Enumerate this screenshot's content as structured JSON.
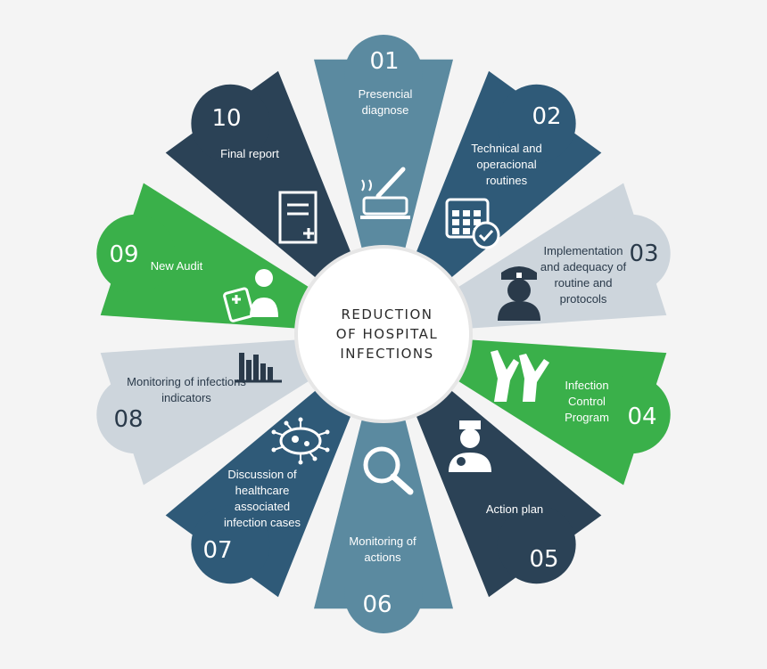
{
  "center": {
    "lines": [
      "REDUCTION",
      "OF HOSPITAL",
      "INFECTIONS"
    ]
  },
  "steps": [
    {
      "number": "01",
      "label": [
        "Presencial",
        "diagnose"
      ],
      "color": "#5b8aa0",
      "text_color": "#ffffff",
      "icon": "laptop-hand-icon"
    },
    {
      "number": "02",
      "label": [
        "Technical and",
        "operacional",
        "routines"
      ],
      "color": "#2f5a78",
      "text_color": "#ffffff",
      "icon": "calendar-check-icon"
    },
    {
      "number": "03",
      "label": [
        "Implementation",
        "and adequacy of",
        "routine and",
        "protocols"
      ],
      "color": "#cdd5dc",
      "text_color": "#2a3a4a",
      "icon": "nurse-icon"
    },
    {
      "number": "04",
      "label": [
        "Infection",
        "Control",
        "Program"
      ],
      "color": "#3ab04a",
      "text_color": "#ffffff",
      "icon": "gloves-icon"
    },
    {
      "number": "05",
      "label": [
        "Action plan"
      ],
      "color": "#2b4256",
      "text_color": "#ffffff",
      "icon": "doctor-icon"
    },
    {
      "number": "06",
      "label": [
        "Monitoring of",
        "actions"
      ],
      "color": "#5b8aa0",
      "text_color": "#ffffff",
      "icon": "magnifier-icon"
    },
    {
      "number": "07",
      "label": [
        "Discussion of",
        "healthcare",
        "associated",
        "infection cases"
      ],
      "color": "#2f5a78",
      "text_color": "#ffffff",
      "icon": "virus-icon"
    },
    {
      "number": "08",
      "label": [
        "Monitoring of infections",
        "indicators"
      ],
      "color": "#cdd5dc",
      "text_color": "#2a3a4a",
      "icon": "bar-chart-icon"
    },
    {
      "number": "09",
      "label": [
        "New Audit"
      ],
      "color": "#3ab04a",
      "text_color": "#ffffff",
      "icon": "audit-icon"
    },
    {
      "number": "10",
      "label": [
        "Final report"
      ],
      "color": "#2b4256",
      "text_color": "#ffffff",
      "icon": "report-icon"
    }
  ]
}
